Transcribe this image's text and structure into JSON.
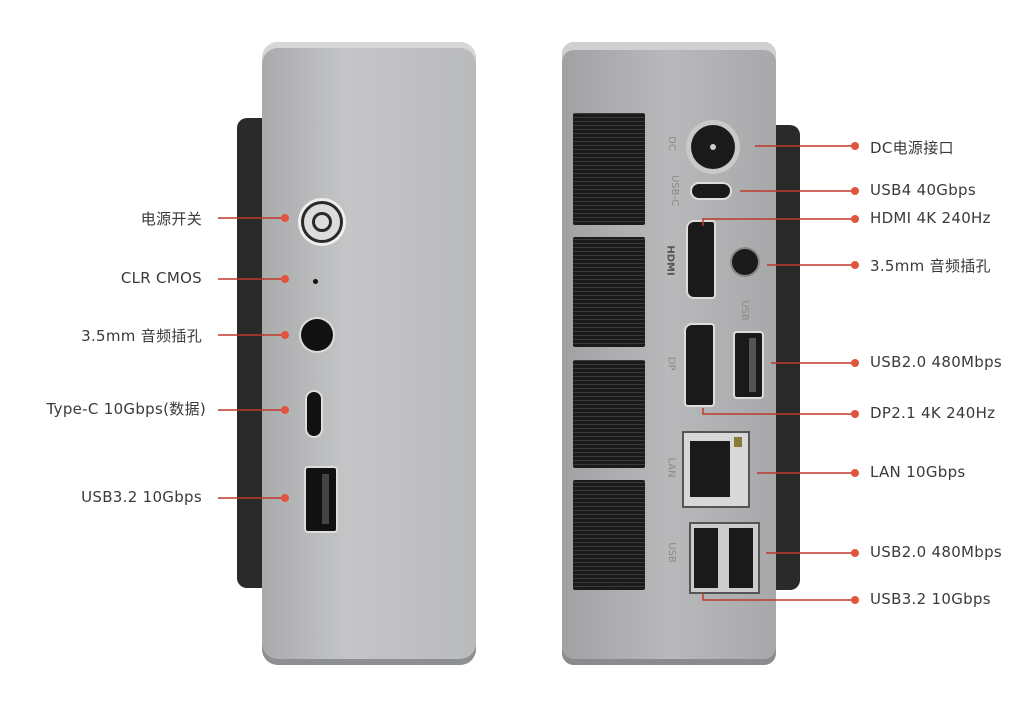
{
  "left_panel": {
    "labels": [
      "电源开关",
      "CLR CMOS",
      "3.5mm 音频插孔",
      "Type-C 10Gbps(数据)",
      "USB3.2 10Gbps"
    ]
  },
  "right_panel": {
    "labels": [
      "DC电源接口",
      "USB4 40Gbps",
      "HDMI 4K 240Hz",
      "3.5mm 音频插孔",
      "USB2.0 480Mbps",
      "DP2.1 4K 240Hz",
      "LAN 10Gbps",
      "USB2.0 480Mbps",
      "USB3.2 10Gbps"
    ],
    "silkscreen": [
      "DC",
      "USB-C",
      "HDMI",
      "USB",
      "DP",
      "LAN",
      "USB"
    ]
  },
  "colors": {
    "leader": "#c0392b",
    "dot": "#e0553b",
    "body": "#b8b9bb",
    "text": "#3a3a3a"
  }
}
